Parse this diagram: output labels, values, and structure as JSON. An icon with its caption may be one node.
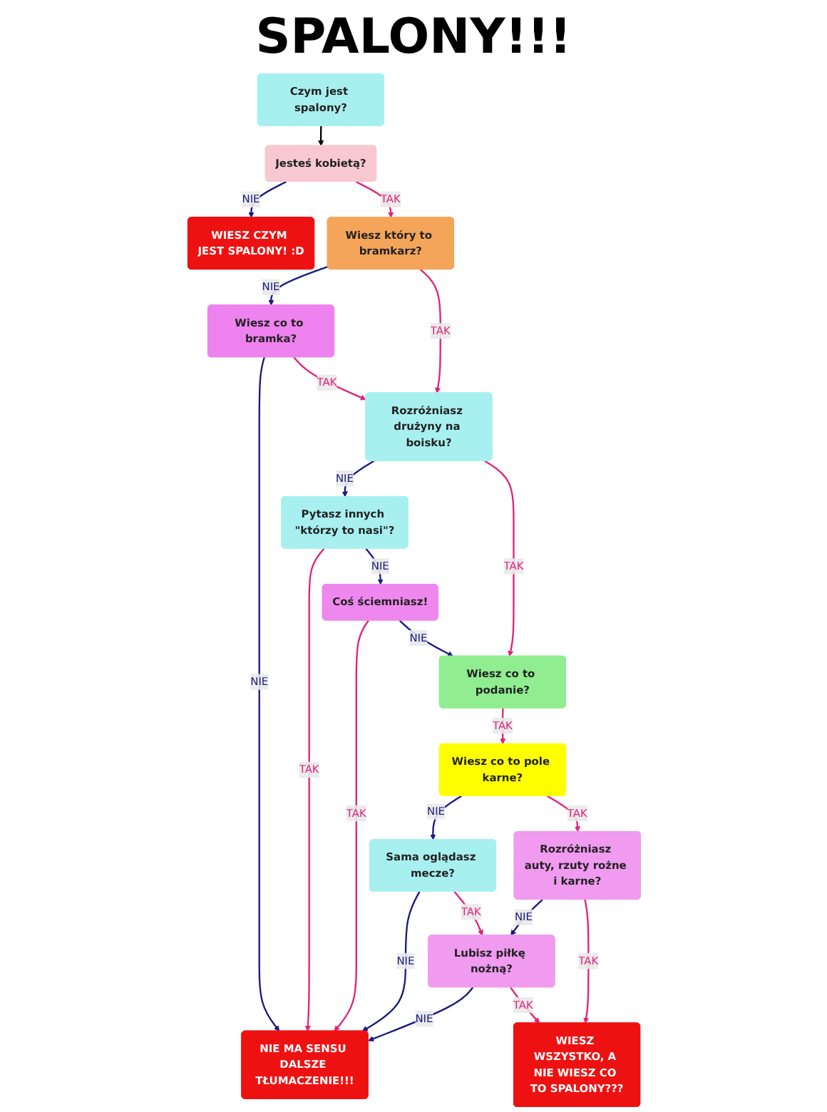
{
  "diagram": {
    "title": "SPALONY!!!",
    "nodes": [
      {
        "text": [
          "Czym jest spalony?"
        ]
      },
      {
        "text": [
          "Jesteś kobietą?"
        ]
      },
      {
        "text": [
          "Wiesz który to bramkarz?"
        ]
      },
      {
        "text": [
          "Wiesz co to bramka?"
        ]
      },
      {
        "text": [
          "Rozróżniasz drużyny na boisku?"
        ]
      },
      {
        "text": [
          "Pytasz innych \"którzy to nasi\"?"
        ]
      },
      {
        "text": [
          "Coś ściemniasz!"
        ]
      },
      {
        "text": [
          "Wiesz co to podanie?"
        ]
      },
      {
        "text": [
          "Sama oglądasz mecze?"
        ]
      },
      {
        "text": [
          "Wiesz co to pole karne?"
        ]
      },
      {
        "text": [
          "Lubisz piłkę nożną?"
        ]
      },
      {
        "text": [
          "Rozróżniasz auty, rzuty rożne i karne?"
        ]
      },
      {
        "text": [
          "NIE MA SENSU DALSZE TŁUMACZENIE!!!"
        ]
      },
      {
        "text": [
          "WIESZ WSZYSTKO, A NIE WIESZ CO TO SPALONY???"
        ]
      },
      {
        "text": [
          "WIESZ CZYM JEST SPALONY! :D"
        ]
      }
    ],
    "edges": [
      {
        "from": 0,
        "to": 1,
        "arrow": "to",
        "color": "#000000"
      },
      {
        "from": 1,
        "to": 14,
        "arrow": "to",
        "label": "NIE",
        "color": "#1a1a80"
      },
      {
        "from": 1,
        "to": 2,
        "arrow": "to",
        "label": "TAK"
      },
      {
        "from": 2,
        "to": 3,
        "arrow": "to",
        "label": "NIE",
        "color": "#1a1a80"
      },
      {
        "from": 2,
        "to": 4,
        "arrow": "to",
        "label": "TAK"
      },
      {
        "from": 3,
        "to": 12,
        "arrow": "to",
        "label": "NIE",
        "color": "#1a1a80"
      },
      {
        "from": 3,
        "to": 4,
        "arrow": "to",
        "label": "TAK"
      },
      {
        "from": 4,
        "to": 5,
        "arrow": "to",
        "label": "NIE",
        "color": "#1a1a80"
      },
      {
        "from": 4,
        "to": 7,
        "arrow": "to",
        "label": "TAK"
      },
      {
        "from": 5,
        "to": 12,
        "arrow": "to",
        "label": "TAK"
      },
      {
        "from": 5,
        "to": 6,
        "arrow": "to",
        "label": "NIE",
        "color": "#1a1a80"
      },
      {
        "from": 6,
        "to": 12,
        "arrow": "to",
        "label": "TAK"
      },
      {
        "from": 6,
        "to": 7,
        "arrow": "to",
        "label": "NIE",
        "color": "#1a1a80"
      },
      {
        "from": 7,
        "to": 9,
        "arrow": "to",
        "label": "TAK"
      },
      {
        "from": 8,
        "to": 12,
        "arrow": "to",
        "label": "NIE",
        "color": "#1a1a80"
      },
      {
        "from": 9,
        "to": 8,
        "arrow": "to",
        "label": "NIE",
        "color": "#1a1a80"
      },
      {
        "from": 8,
        "to": 10,
        "arrow": "to",
        "label": "TAK"
      },
      {
        "from": 9,
        "to": 11,
        "arrow": "to",
        "label": "TAK"
      },
      {
        "from": 10,
        "to": 12,
        "arrow": "to",
        "label": "NIE",
        "color": "#1a1a80"
      },
      {
        "from": 11,
        "to": 10,
        "arrow": "to",
        "label": "NIE",
        "color": "#1a1a80"
      },
      {
        "from": 10,
        "to": 13,
        "arrow": "to",
        "label": "TAK"
      },
      {
        "from": 11,
        "to": 13,
        "arrow": "to",
        "label": "TAK"
      }
    ]
  }
}
